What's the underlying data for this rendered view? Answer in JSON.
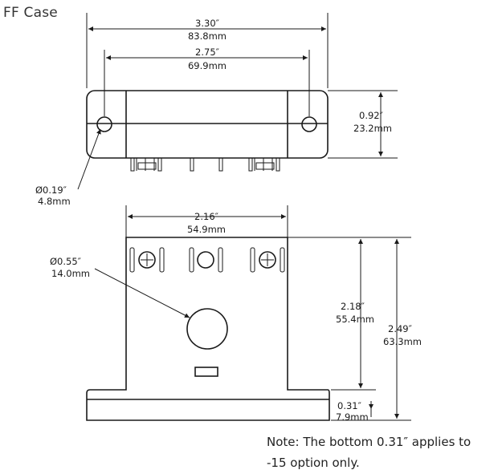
{
  "title": "FF Case",
  "note": {
    "line1": "Note: The bottom 0.31″ applies to",
    "line2": "-15 option only."
  },
  "top_view": {
    "overall_width": {
      "inch": "3.30″",
      "mm": "83.8mm"
    },
    "hole_spacing": {
      "inch": "2.75″",
      "mm": "69.9mm"
    },
    "height": {
      "inch": "0.92″",
      "mm": "23.2mm"
    },
    "hole_diameter": {
      "inch": "Ø0.19″",
      "mm": "4.8mm"
    }
  },
  "front_view": {
    "width": {
      "inch": "2.16″",
      "mm": "54.9mm"
    },
    "aperture_diameter": {
      "inch": "Ø0.55″",
      "mm": "14.0mm"
    },
    "height_body": {
      "inch": "2.18″",
      "mm": "55.4mm"
    },
    "height_total": {
      "inch": "2.49″",
      "mm": "63.3mm"
    },
    "base_thickness": {
      "inch": "0.31″",
      "mm": "7.9mm"
    }
  }
}
